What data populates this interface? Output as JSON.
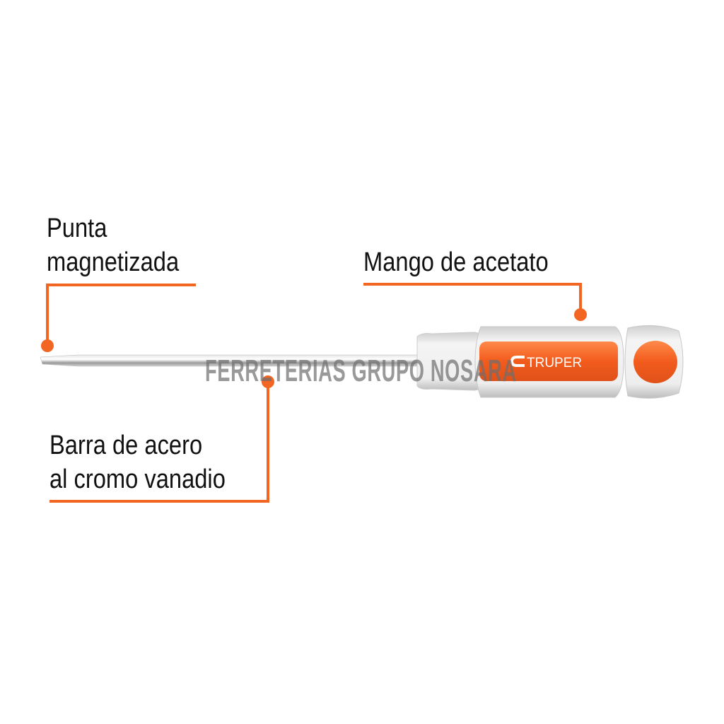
{
  "callouts": {
    "tip": {
      "line1": "Punta",
      "line2": "magnetizada"
    },
    "handle": {
      "line1": "Mango de acetato"
    },
    "shaft": {
      "line1": "Barra de acero",
      "line2": "al cromo vanadio"
    }
  },
  "brand": "TRUPER",
  "watermark": "FERRETERIAS GRUPO NOSARA",
  "colors": {
    "accent": "#f26522",
    "text": "#111111"
  }
}
